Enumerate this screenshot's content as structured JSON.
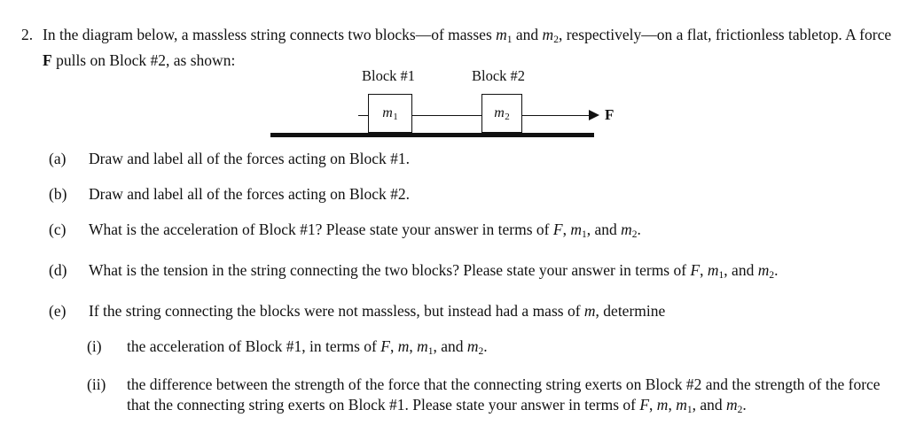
{
  "problem": {
    "number": "2.",
    "stem_line1_a": "In the diagram below, a massless string connects two blocks",
    "stem_line1_dash1": "—of masses ",
    "stem_var_m1": "m",
    "stem_sub_1": "1",
    "stem_and": " and ",
    "stem_var_m2": "m",
    "stem_sub_2": "2",
    "stem_line1_b": ", respectively—on a flat, frictionless tabletop.",
    "stem_line2_a": "A force ",
    "stem_force_F": "F",
    "stem_line2_b": " pulls on Block #2, as shown:",
    "full_stem_text": "2. In the diagram below, a massless string connects two blocks—of masses m1 and m2, respectively—on a flat, frictionless tabletop. A force F pulls on Block #2, as shown:"
  },
  "diagram": {
    "block1_caption": "Block #1",
    "block2_caption": "Block #2",
    "block1_mass_var": "m",
    "block1_mass_sub": "1",
    "block2_mass_var": "m",
    "block2_mass_sub": "2",
    "force_label": "F",
    "line_color": "#111111",
    "block_fill": "#ffffff",
    "description": "Two rectangular blocks resting on a thick horizontal tabletop line, connected to each other by a horizontal string; a rightward arrow from Block #2 is labeled F"
  },
  "parts": [
    {
      "label": "(a)",
      "text": "Draw and label all of the forces acting on Block #1."
    },
    {
      "label": "(b)",
      "text": "Draw and label all of the forces acting on Block #2."
    },
    {
      "label": "(c)",
      "text_a": "What is the acceleration of Block #1? Please state your answer in terms of ",
      "var_F": "F",
      "sep1": ", ",
      "var_m_a": "m",
      "sub_a": "1",
      "sep2": ", and ",
      "var_m_b": "m",
      "sub_b": "2",
      "end": ".",
      "full_text": "What is the acceleration of Block #1? Please state your answer in terms of F, m1, and m2."
    },
    {
      "label": "(d)",
      "text_a": "What is the tension in the string connecting the two blocks? Please state your answer in terms of ",
      "var_F": "F",
      "sep1": ", ",
      "var_m_a": "m",
      "sub_a": "1",
      "sep2": ", and ",
      "var_m_b": "m",
      "sub_b": "2",
      "end": ".",
      "full_text": "What is the tension in the string connecting the two blocks? Please state your answer in terms of F, m1, and m2."
    },
    {
      "label": "(e)",
      "text_a": "If the string connecting the blocks were not massless, but instead had a mass of ",
      "var_m": "m",
      "text_b": ", determine",
      "full_text": "If the string connecting the blocks were not massless, but instead had a mass of m, determine"
    }
  ],
  "subparts": [
    {
      "label": "(i)",
      "text_a": "the acceleration of Block #1, in terms of ",
      "var_F": "F",
      "sep1": ", ",
      "var_m": "m",
      "sep2": ", ",
      "var_m_a": "m",
      "sub_a": "1",
      "sep3": ", and ",
      "var_m_b": "m",
      "sub_b": "2",
      "end": ".",
      "full_text": "the acceleration of Block #1, in terms of F, m, m1, and m2."
    },
    {
      "label": "(ii)",
      "text_a": "the difference between the strength of the force that the connecting string exerts on Block #2 and the strength of the force that the connecting string exerts on Block #1. Please state your answer in terms of ",
      "var_F": "F",
      "sep1": ", ",
      "var_m": "m",
      "sep2": ", ",
      "var_m_a": "m",
      "sub_a": "1",
      "sep3": ", and ",
      "var_m_b": "m",
      "sub_b": "2",
      "end": ".",
      "full_text": "the difference between the strength of the force that the connecting string exerts on Block #2 and the strength of the force that the connecting string exerts on Block #1. Please state your answer in terms of F, m, m1, and m2."
    }
  ]
}
